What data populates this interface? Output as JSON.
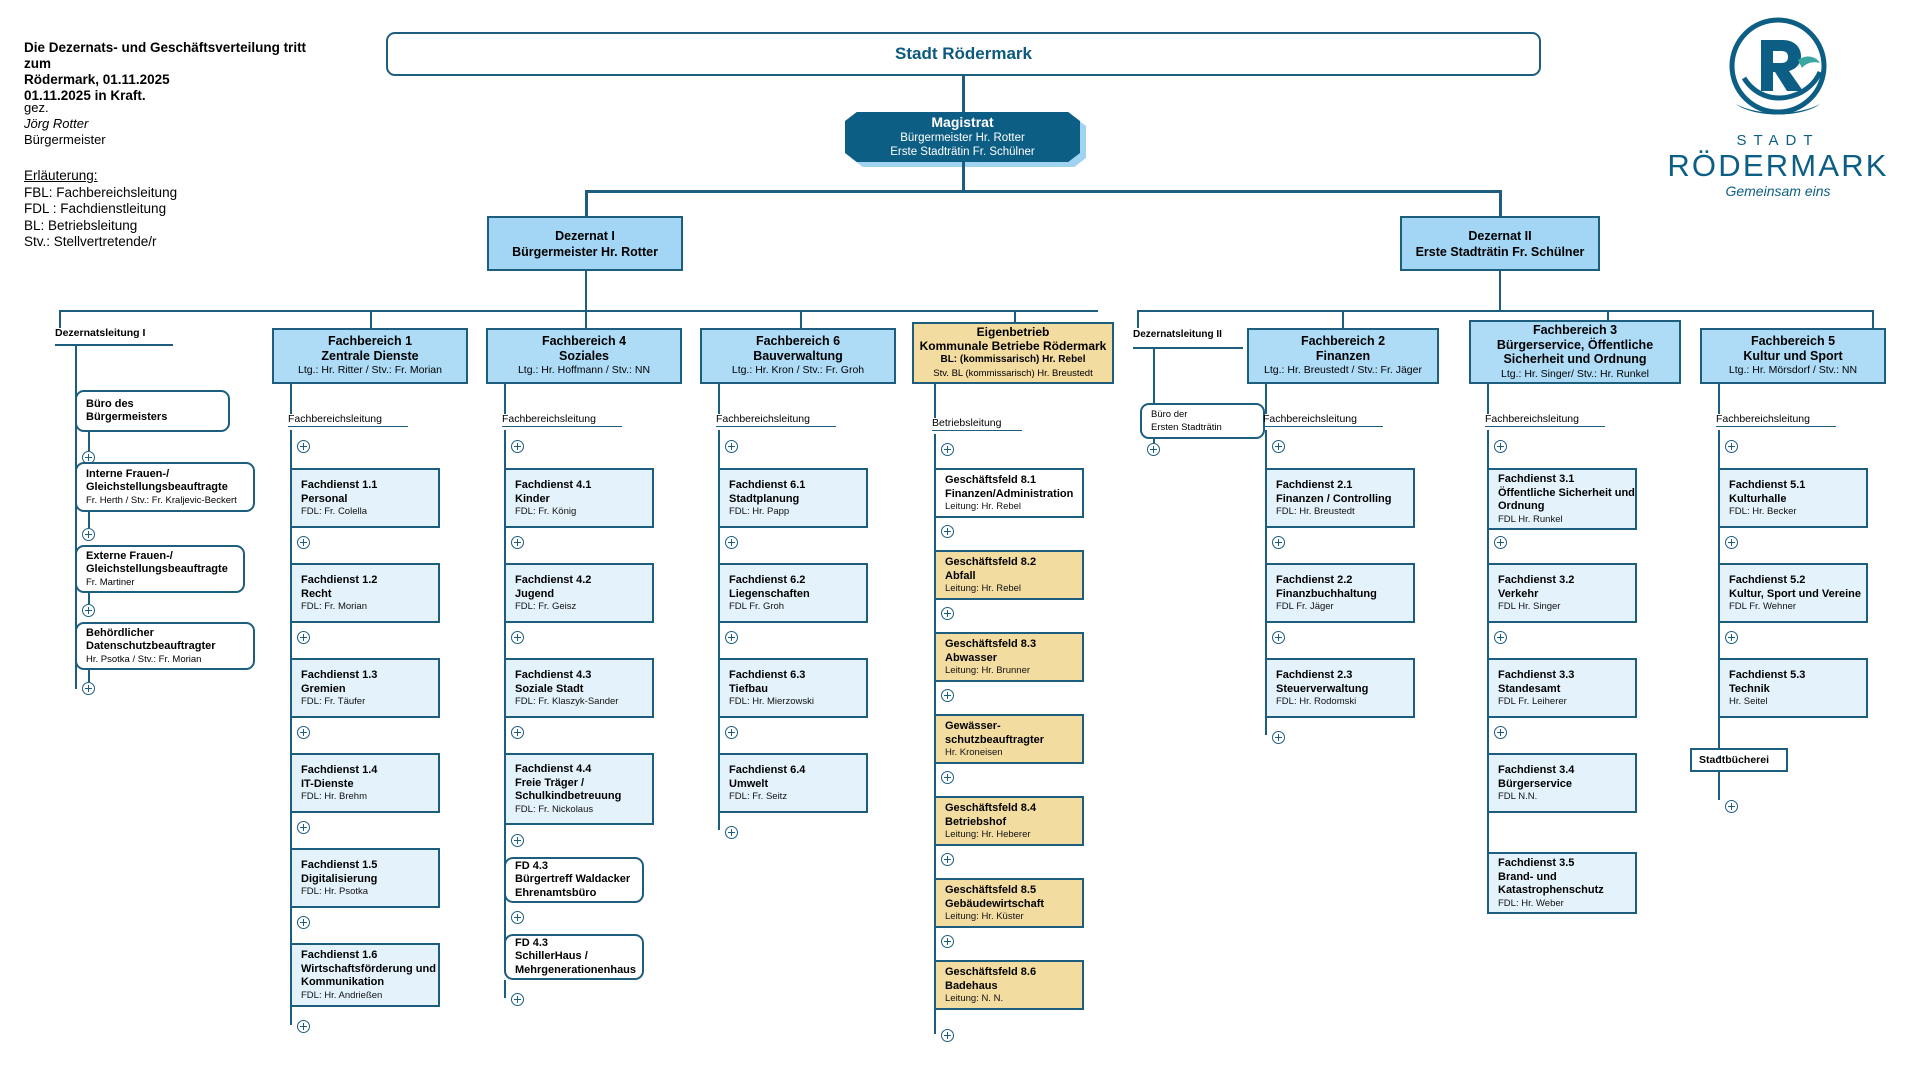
{
  "meta": {
    "notice_line1": "Die Dezernats- und Geschäftsverteilung tritt zum",
    "notice_line2": "01.11.2025 in Kraft.",
    "place_date": "Rödermark, 01.11.2025",
    "signed_prefix": "gez.",
    "signed_name": "Jörg Rotter",
    "signed_role": "Bürgermeister",
    "legend_title": "Erläuterung:",
    "legend_items": [
      "FBL: Fachbereichsleitung",
      "FDL : Fachdienstleitung",
      "BL: Betriebsleitung",
      "Stv.: Stellvertretende/r"
    ]
  },
  "logo": {
    "line1": "STADT",
    "line2": "RÖDERMARK",
    "line3": "Gemeinsam eins",
    "monogram": "R",
    "color": "#0d5e85"
  },
  "colors": {
    "line": "#1d5e7e",
    "header_text": "#0d5a80",
    "magistrat_bg": "#0d5e85",
    "dezernat_bg": "#a2d6f4",
    "fachbereich_bg": "#aedcf7",
    "unit_bg": "#e4f2fb",
    "eigenbetrieb_bg": "#f3dca0",
    "white": "#ffffff"
  },
  "root": {
    "label": "Stadt Rödermark"
  },
  "magistrat": {
    "title": "Magistrat",
    "line1": "Bürgermeister Hr. Rotter",
    "line2": "Erste Stadträtin Fr. Schülner"
  },
  "dezernate": [
    {
      "id": "I",
      "title": "Dezernat I",
      "holder": "Bürgermeister Hr. Rotter"
    },
    {
      "id": "II",
      "title": "Dezernat II",
      "holder": "Erste Stadträtin Fr. Schülner"
    }
  ],
  "captions": {
    "dezernatsleitung_1": "Dezernatsleitung I",
    "dezernatsleitung_2": "Dezernatsleitung II",
    "fachbereichsleitung": "Fachbereichsleitung",
    "betriebsleitung": "Betriebsleitung"
  },
  "staff_dez1": [
    {
      "l1": "Büro des",
      "l2": "Bürgermeisters",
      "l3": ""
    },
    {
      "l1": "Interne Frauen-/",
      "l2": "Gleichstellungsbeauftragte",
      "l3": "Fr. Herth / Stv.: Fr. Kraljevic-Beckert"
    },
    {
      "l1": "Externe Frauen-/",
      "l2": "Gleichstellungsbeauftragte",
      "l3": "Fr. Martiner"
    },
    {
      "l1": "Behördlicher",
      "l2": "Datenschutzbeauftragter",
      "l3": "Hr. Psotka / Stv.: Fr. Morian"
    }
  ],
  "staff_dez2": [
    {
      "l1": "Büro der",
      "l2": "Ersten Stadträtin",
      "l3": ""
    }
  ],
  "columns": [
    {
      "key": "fb1",
      "head": {
        "number": "Fachbereich 1",
        "name": "Zentrale Dienste",
        "lead": "Ltg.: Hr. Ritter / Stv.: Fr. Morian"
      },
      "caption": "Fachbereichsleitung",
      "items": [
        {
          "l1": "Fachdienst  1.1",
          "l2": "Personal",
          "l3": "FDL: Fr. Colella"
        },
        {
          "l1": "Fachdienst  1.2",
          "l2": "Recht",
          "l3": "FDL: Fr. Morian"
        },
        {
          "l1": "Fachdienst  1.3",
          "l2": "Gremien",
          "l3": "FDL: Fr. Täufer"
        },
        {
          "l1": "Fachdienst  1.4",
          "l2": "IT-Dienste",
          "l3": "FDL: Hr. Brehm"
        },
        {
          "l1": "Fachdienst  1.5",
          "l2": "Digitalisierung",
          "l3": "FDL: Hr. Psotka"
        },
        {
          "l1": "Fachdienst 1.6",
          "l2": "Wirtschaftsförderung und\nKommunikation",
          "l3": "FDL: Hr. Andrießen"
        }
      ]
    },
    {
      "key": "fb4",
      "head": {
        "number": "Fachbereich 4",
        "name": "Soziales",
        "lead": "Ltg.: Hr. Hoffmann / Stv.:  NN"
      },
      "caption": "Fachbereichsleitung",
      "items": [
        {
          "l1": "Fachdienst  4.1",
          "l2": "Kinder",
          "l3": "FDL: Fr. König"
        },
        {
          "l1": "Fachdienst  4.2",
          "l2": "Jugend",
          "l3": "FDL: Fr. Geisz"
        },
        {
          "l1": "Fachdienst  4.3",
          "l2": "Soziale Stadt",
          "l3": "FDL: Fr.  Klaszyk-Sander"
        },
        {
          "l1": "Fachdienst  4.4",
          "l2": "Freie Träger /\nSchulkindbetreuung",
          "l3": "FDL: Fr. Nickolaus"
        }
      ],
      "rounded_items": [
        {
          "l1": "FD 4.3",
          "l2": "Bürgertreff Waldacker\nEhrenamtsbüro",
          "l3": ""
        },
        {
          "l1": "FD 4.3",
          "l2": "SchillerHaus /\nMehrgenerationenhaus",
          "l3": ""
        }
      ]
    },
    {
      "key": "fb6",
      "head": {
        "number": "Fachbereich 6",
        "name": "Bauverwaltung",
        "lead": "Ltg.: Hr. Kron / Stv.: Fr. Groh"
      },
      "caption": "Fachbereichsleitung",
      "items": [
        {
          "l1": "Fachdienst  6.1",
          "l2": "Stadtplanung",
          "l3": "FDL: Hr. Papp"
        },
        {
          "l1": "Fachdienst  6.2",
          "l2": "Liegenschaften",
          "l3": "FDL Fr. Groh"
        },
        {
          "l1": "Fachdienst 6.3",
          "l2": "Tiefbau",
          "l3": "FDL: Hr. Mierzowski"
        },
        {
          "l1": "Fachdienst 6.4",
          "l2": "Umwelt",
          "l3": "FDL: Fr. Seitz"
        }
      ]
    },
    {
      "key": "eb",
      "head": {
        "number": "Eigenbetrieb",
        "name": "Kommunale Betriebe Rödermark",
        "lead": "BL: (kommissarisch)  Hr. Rebel",
        "lead2": "Stv. BL (kommissarisch) Hr. Breustedt"
      },
      "caption": "Betriebsleitung",
      "items": [
        {
          "l1": "Geschäftsfeld 8.1",
          "l2": "Finanzen/Administration",
          "l3": "Leitung: Hr. Rebel",
          "fill": "white"
        },
        {
          "l1": "Geschäftsfeld 8.2",
          "l2": "Abfall",
          "l3": "Leitung: Hr. Rebel",
          "fill": "gold"
        },
        {
          "l1": "Geschäftsfeld 8.3",
          "l2": "Abwasser",
          "l3": "Leitung: Hr. Brunner",
          "fill": "gold"
        },
        {
          "l1": "Gewässer-",
          "l2": "schutzbeauftragter",
          "l3": "Hr. Kroneisen",
          "fill": "gold"
        },
        {
          "l1": "Geschäftsfeld 8.4",
          "l2": "Betriebshof",
          "l3": "Leitung: Hr. Heberer",
          "fill": "gold"
        },
        {
          "l1": "Geschäftsfeld 8.5",
          "l2": "Gebäudewirtschaft",
          "l3": "Leitung: Hr. Küster",
          "fill": "gold"
        },
        {
          "l1": "Geschäftsfeld 8.6",
          "l2": "Badehaus",
          "l3": "Leitung: N. N.",
          "fill": "gold"
        }
      ]
    },
    {
      "key": "fb2",
      "head": {
        "number": "Fachbereich 2",
        "name": "Finanzen",
        "lead": "Ltg.: Hr. Breustedt / Stv.: Fr.  Jäger"
      },
      "caption": "Fachbereichsleitung",
      "items": [
        {
          "l1": "Fachdienst  2.1",
          "l2": "Finanzen / Controlling",
          "l3": "FDL: Hr. Breustedt"
        },
        {
          "l1": "Fachdienst  2.2",
          "l2": "Finanzbuchhaltung",
          "l3": "FDL Fr. Jäger"
        },
        {
          "l1": "Fachdienst  2.3",
          "l2": "Steuerverwaltung",
          "l3": "FDL: Hr. Rodomski"
        }
      ]
    },
    {
      "key": "fb3",
      "head": {
        "number": "Fachbereich 3",
        "name": "Bürgerservice, Öffentliche\nSicherheit und Ordnung",
        "lead": "Ltg.: Hr. Singer/ Stv.: Hr. Runkel"
      },
      "caption": "Fachbereichsleitung",
      "items": [
        {
          "l1": "Fachdienst  3.1",
          "l2": "Öffentliche Sicherheit und\nOrdnung",
          "l3": "FDL Hr. Runkel"
        },
        {
          "l1": "Fachdienst  3.2",
          "l2": "Verkehr",
          "l3": "FDL Hr. Singer"
        },
        {
          "l1": "Fachdienst  3.3",
          "l2": "Standesamt",
          "l3": "FDL Fr. Leiherer"
        },
        {
          "l1": "Fachdienst  3.4",
          "l2": "Bürgerservice",
          "l3": "FDL N.N."
        },
        {
          "l1": "Fachdienst 3.5",
          "l2": "Brand- und\nKatastrophenschutz",
          "l3": "FDL: Hr. Weber"
        }
      ]
    },
    {
      "key": "fb5",
      "head": {
        "number": "Fachbereich 5",
        "name": "Kultur und Sport",
        "lead": "Ltg.: Hr. Mörsdorf / Stv.: NN"
      },
      "caption": "Fachbereichsleitung",
      "items": [
        {
          "l1": "Fachdienst  5.1",
          "l2": "Kulturhalle",
          "l3": "FDL: Hr. Becker"
        },
        {
          "l1": "Fachdienst  5.2",
          "l2": "Kultur, Sport und Vereine",
          "l3": "FDL Fr. Wehner"
        },
        {
          "l1": "Fachdienst 5.3",
          "l2": "Technik",
          "l3": "Hr. Seitel"
        }
      ],
      "extra": {
        "label": "Stadtbücherei"
      }
    }
  ]
}
